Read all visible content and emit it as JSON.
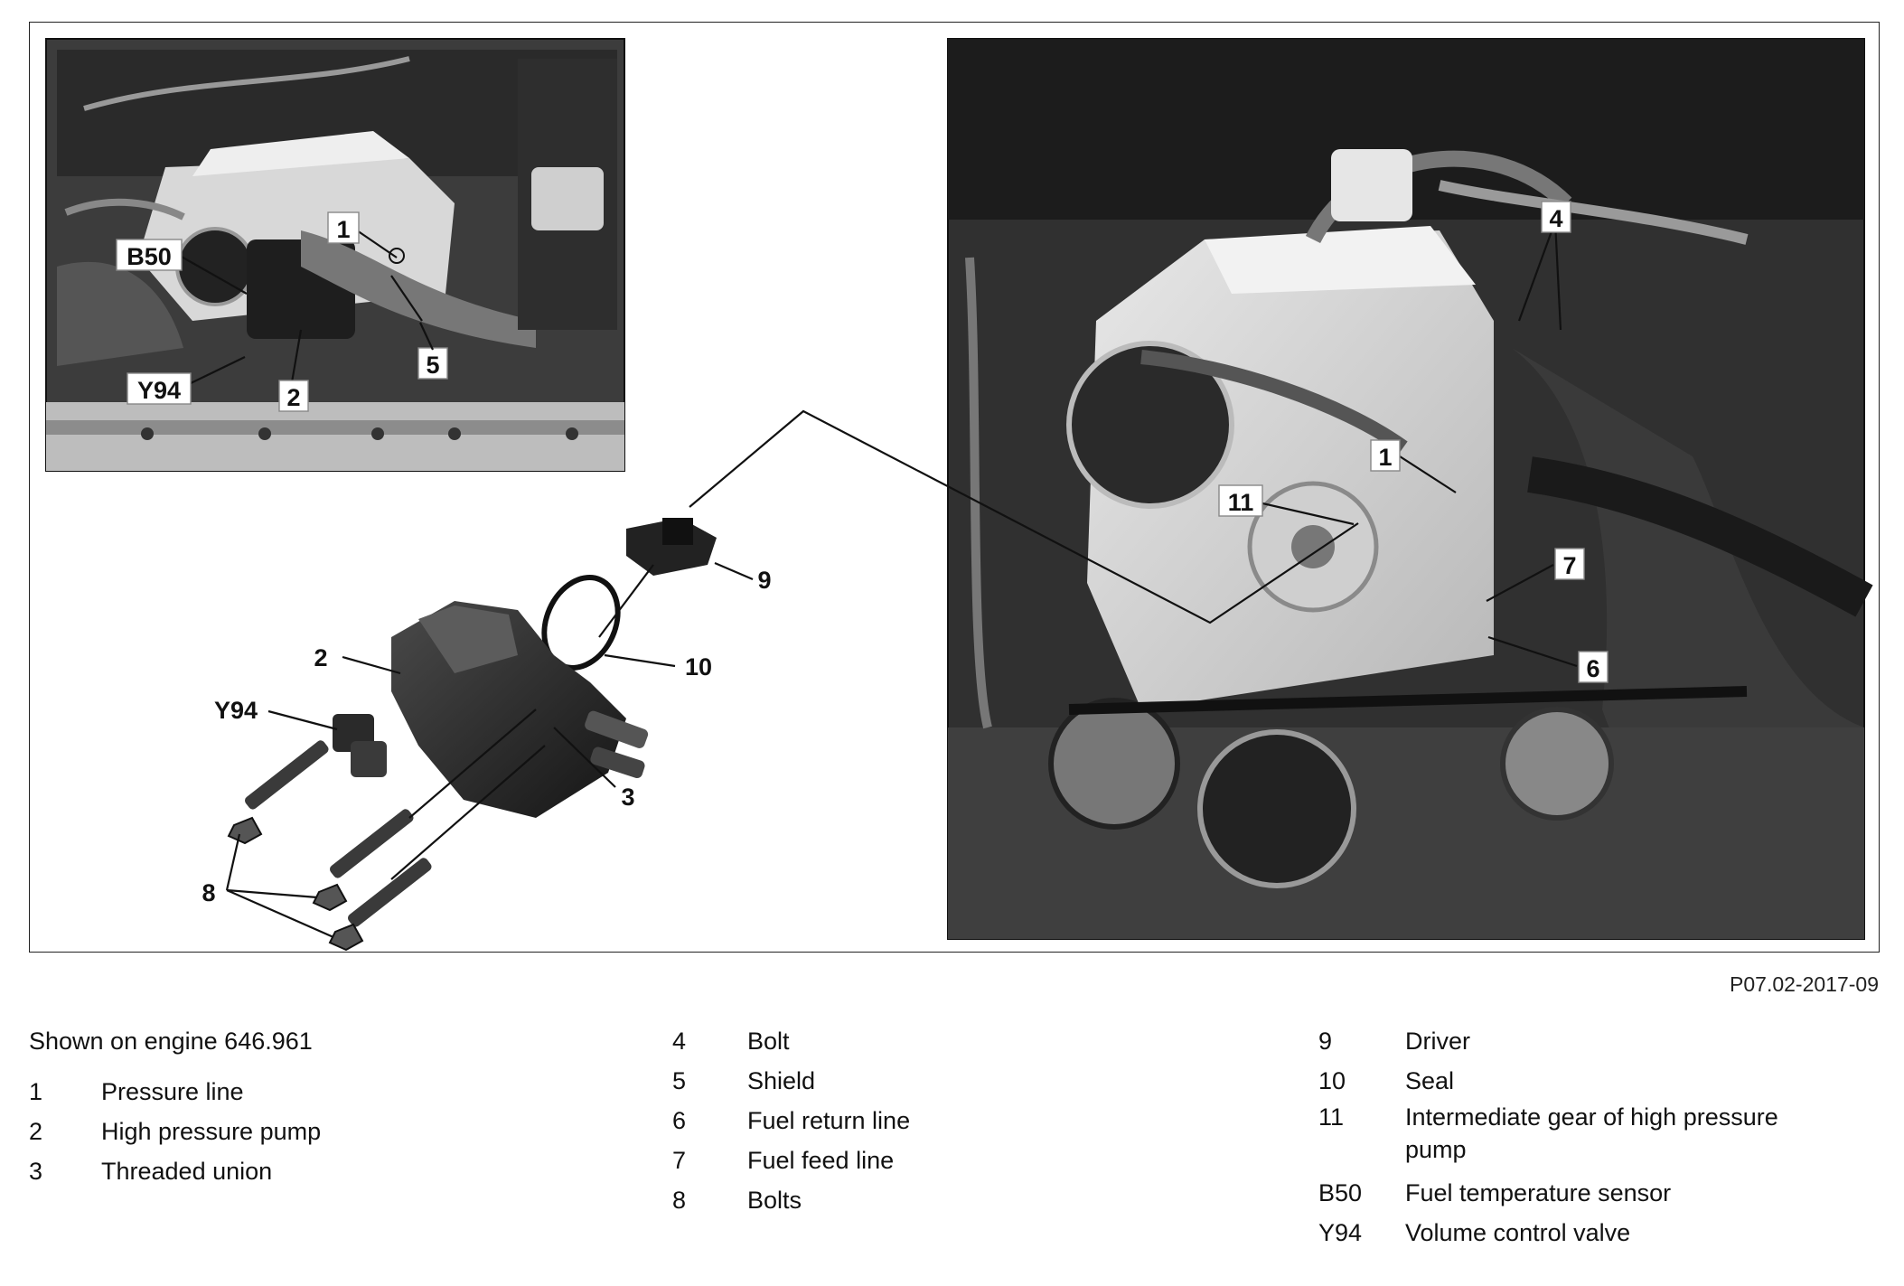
{
  "figure_code": "P07.02-2017-09",
  "callouts": {
    "c1": "1",
    "c2": "2",
    "c3": "3",
    "c4": "4",
    "c5": "5",
    "c6": "6",
    "c7": "7",
    "c8": "8",
    "c9": "9",
    "c10": "10",
    "c11": "11",
    "cB50": "B50",
    "cY94": "Y94"
  },
  "legend": {
    "caption": "Shown on engine 646.961",
    "col1": [
      {
        "key": "1",
        "label": "Pressure line"
      },
      {
        "key": "2",
        "label": "High pressure pump"
      },
      {
        "key": "3",
        "label": "Threaded union"
      }
    ],
    "col2": [
      {
        "key": "4",
        "label": "Bolt"
      },
      {
        "key": "5",
        "label": "Shield"
      },
      {
        "key": "6",
        "label": "Fuel return line"
      },
      {
        "key": "7",
        "label": "Fuel feed line"
      },
      {
        "key": "8",
        "label": "Bolts"
      }
    ],
    "col3": [
      {
        "key": "9",
        "label": "Driver"
      },
      {
        "key": "10",
        "label": "Seal"
      },
      {
        "key": "11",
        "label": "Intermediate gear of high pressure pump"
      },
      {
        "key": "B50",
        "label": "Fuel temperature sensor"
      },
      {
        "key": "Y94",
        "label": "Volume control valve"
      }
    ]
  }
}
